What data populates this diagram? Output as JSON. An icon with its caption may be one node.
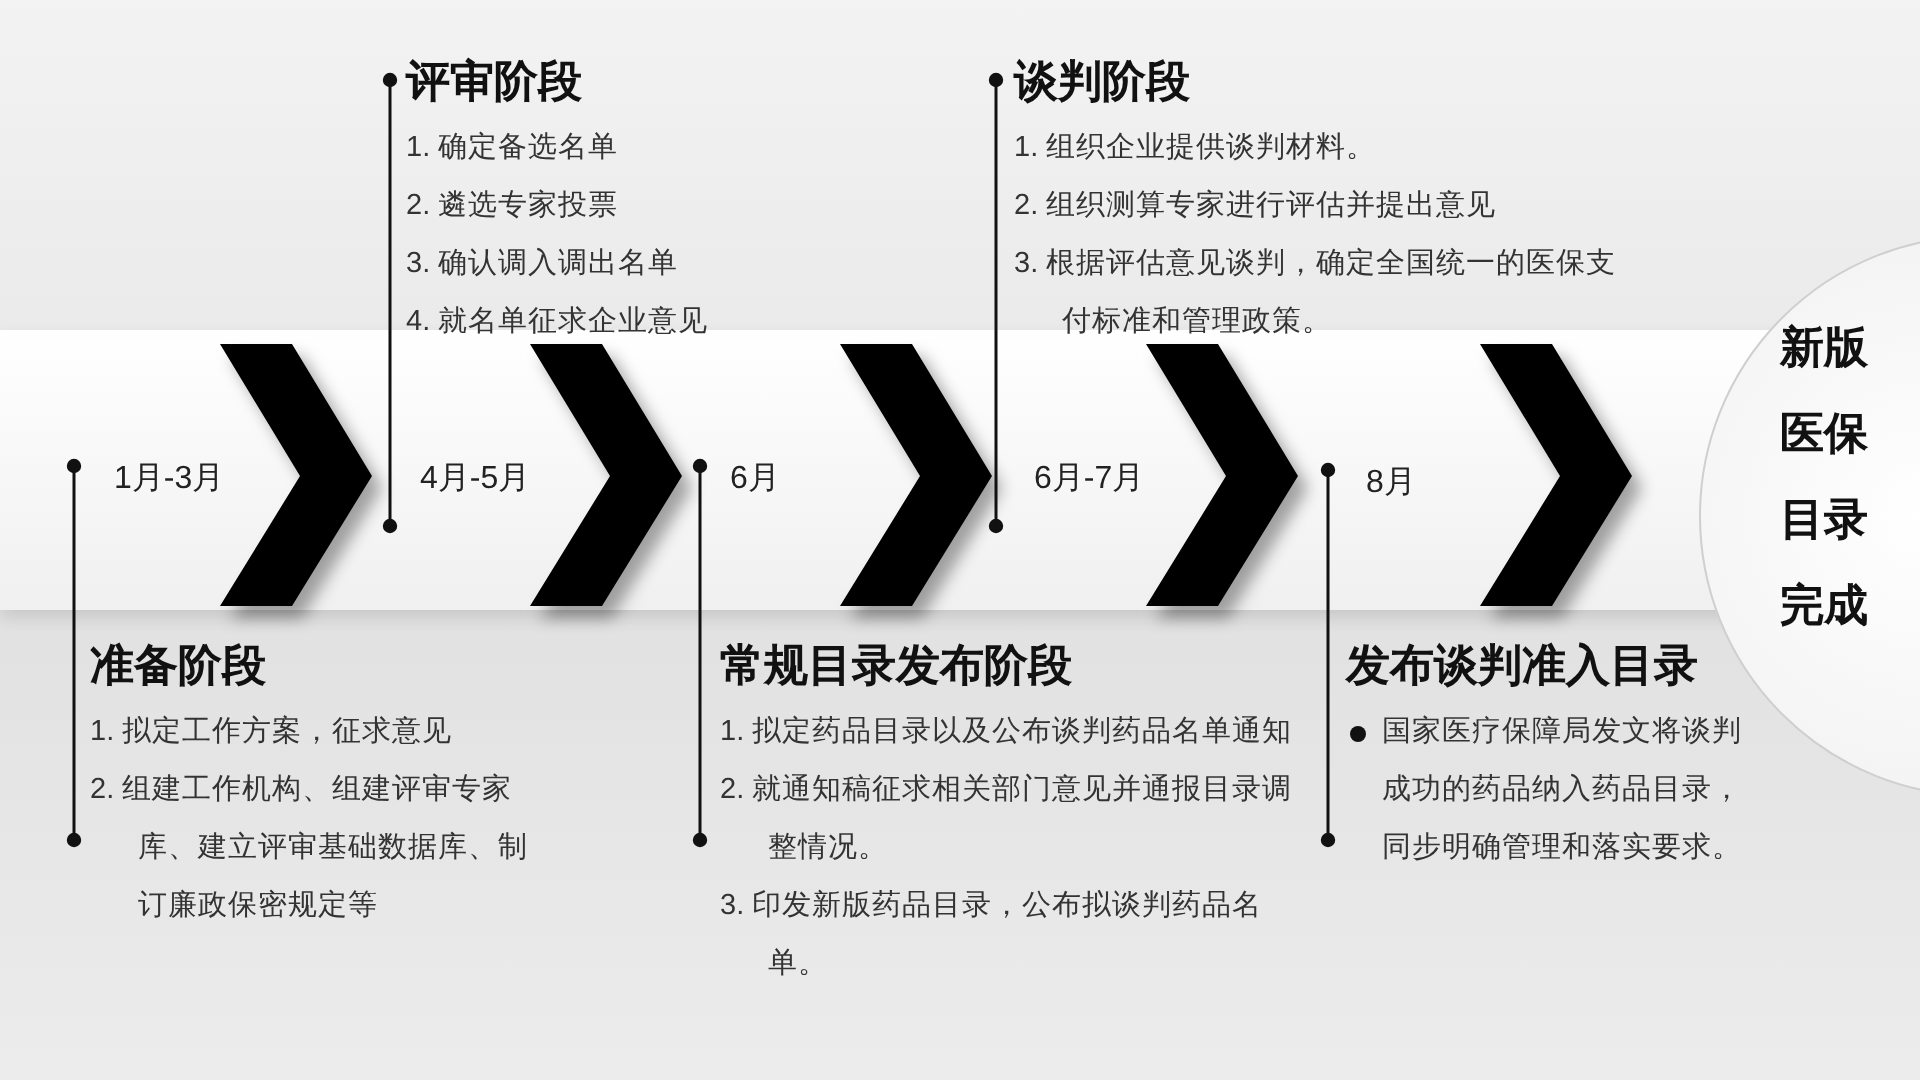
{
  "diagram": {
    "nodes": [
      {
        "text": [
          "1月-3月"
        ]
      },
      {
        "text": [
          "4月-5月"
        ]
      },
      {
        "text": [
          "6月"
        ]
      },
      {
        "text": [
          "6月-7月"
        ]
      },
      {
        "text": [
          "8月"
        ]
      },
      {
        "text": [
          "新版医保目录完成"
        ]
      },
      {
        "text": [
          "准备阶段",
          "1. 拟定工作方案，征求意见",
          "2. 组建工作机构、组建评审专家库、建立评审基础数据库、制订廉政保密规定等"
        ]
      },
      {
        "text": [
          "评审阶段",
          "1. 确定备选名单",
          "2. 遴选专家投票",
          "3. 确认调入调出名单",
          "4. 就名单征求企业意见"
        ]
      },
      {
        "text": [
          "常规目录发布阶段",
          "1. 拟定药品目录以及公布谈判药品名单通知",
          "2. 就通知稿征求相关部门意见并通报目录调整情况。",
          "3. 印发新版药品目录，公布拟谈判药品名单。"
        ]
      },
      {
        "text": [
          "谈判阶段",
          "1. 组织企业提供谈判材料。",
          "2. 组织测算专家进行评估并提出意见",
          "3. 根据评估意见谈判，确定全国统一的医保支付标准和管理政策。"
        ]
      },
      {
        "text": [
          "发布谈判准入目录",
          "国家医疗保障局发文将谈判成功的药品纳入药品目录，同步明确管理和落实要求。"
        ]
      }
    ],
    "edges": [
      {
        "from": 0,
        "to": 1,
        "arrow": "to"
      },
      {
        "from": 1,
        "to": 2,
        "arrow": "to"
      },
      {
        "from": 2,
        "to": 3,
        "arrow": "to"
      },
      {
        "from": 3,
        "to": 4,
        "arrow": "to"
      },
      {
        "from": 4,
        "to": 5,
        "arrow": "to"
      },
      {
        "from": 0,
        "to": 6,
        "arrow": "other"
      },
      {
        "from": 1,
        "to": 7,
        "arrow": "other"
      },
      {
        "from": 2,
        "to": 8,
        "arrow": "other"
      },
      {
        "from": 3,
        "to": 9,
        "arrow": "other"
      },
      {
        "from": 4,
        "to": 10,
        "arrow": "other"
      }
    ]
  }
}
